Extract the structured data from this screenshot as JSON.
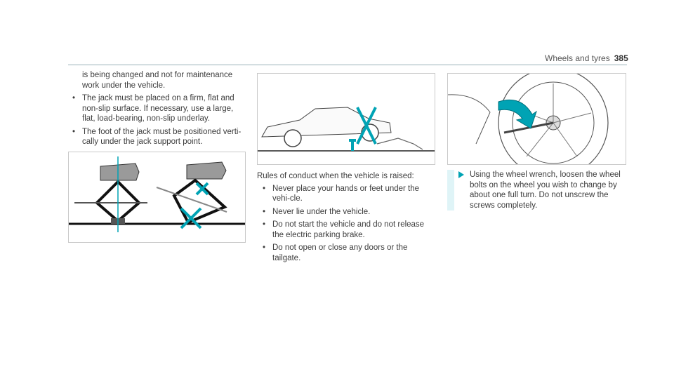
{
  "header": {
    "section": "Wheels and tyres",
    "page_number": "385"
  },
  "col1": {
    "intro": "is being changed and not for maintenance work under the vehicle.",
    "bullets": [
      "The jack must be placed on a firm, flat and non-slip surface. If necessary, use a large, flat, load-bearing, non-slip underlay.",
      "The foot of the jack must be positioned verti-cally under the jack support point."
    ]
  },
  "col2": {
    "intro": "Rules of conduct when the vehicle is raised:",
    "bullets": [
      "Never place your hands or feet under the vehi-cle.",
      "Never lie under the vehicle.",
      "Do not start the vehicle and do not release the electric parking brake.",
      "Do not open or close any doors or the tailgate."
    ]
  },
  "col3": {
    "step": "Using the wheel wrench, loosen the wheel bolts on the wheel you wish to change by about one full turn. Do not unscrew the screws completely."
  },
  "colors": {
    "accent": "#00a3b4",
    "rule": "#9ab0b8",
    "note_bar": "#dff4f7"
  }
}
